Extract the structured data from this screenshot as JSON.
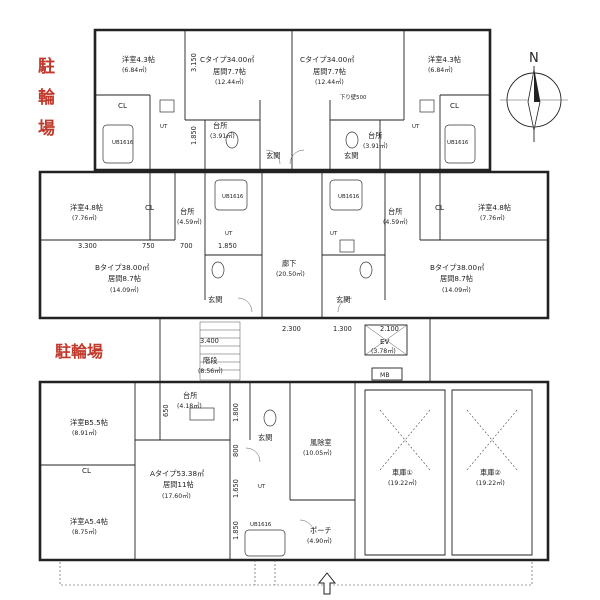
{
  "parking_labels": {
    "top": [
      "駐",
      "輪",
      "場"
    ],
    "middle": "駐輪場"
  },
  "compass": {
    "north": "N"
  },
  "top_left_unit": {
    "western_room": [
      "洋室4.3帖",
      "(6.84㎡)"
    ],
    "living": [
      "Cタイプ34.00㎡",
      "居間7.7帖",
      "(12.44㎡)"
    ],
    "kitchen": [
      "台所",
      "(3.91㎡)"
    ],
    "closet": "CL",
    "bath": "UB1616",
    "ut": "UT",
    "entrance": "玄関",
    "dim_a": "3.150",
    "dim_b": "1.850"
  },
  "top_right_unit": {
    "western_room": [
      "洋室4.3帖",
      "(6.84㎡)"
    ],
    "living": [
      "Cタイプ34.00㎡",
      "居間7.7帖",
      "(12.44㎡)"
    ],
    "kitchen": [
      "台所",
      "(3.91㎡)"
    ],
    "closet": "CL",
    "bath": "UB1616",
    "ut": "UT",
    "entrance": "玄関",
    "lowered_ceiling": "下り壁500"
  },
  "mid_left_unit": {
    "western_room": [
      "洋室4.8帖",
      "(7.76㎡)"
    ],
    "kitchen": [
      "台所",
      "(4.59㎡)"
    ],
    "living": [
      "Bタイプ38.00㎡",
      "居間8.7帖",
      "(14.09㎡)"
    ],
    "closet": "CL",
    "bath": "UB1616",
    "ut": "UT",
    "entrance": "玄関",
    "dim_width": "3.300",
    "dim_750": "750",
    "dim_700": "700",
    "dim_1850": "1.850"
  },
  "mid_right_unit": {
    "western_room": [
      "洋室4.8帖",
      "(7.76㎡)"
    ],
    "kitchen": [
      "台所",
      "(4.59㎡)"
    ],
    "living": [
      "Bタイプ38.00㎡",
      "居間8.7帖",
      "(14.09㎡)"
    ],
    "closet": "CL",
    "bath": "UB1616",
    "ut": "UT",
    "entrance": "玄関"
  },
  "corridor": {
    "upper": [
      "廊下",
      "(20.50㎡)"
    ],
    "lower": [
      "階段",
      "(8.56㎡)"
    ],
    "dim_2300": "2.300",
    "dim_1300": "1.300",
    "dim_3400": "3.400",
    "dim_2100": "2.100",
    "ev": [
      "EV",
      "(3.78㎡)"
    ],
    "mb": "MB"
  },
  "a_unit": {
    "kitchen": [
      "台所",
      "(4.18㎡)"
    ],
    "western_b": [
      "洋室B5.5帖",
      "(8.91㎡)"
    ],
    "western_a": [
      "洋室A5.4帖",
      "(8.75㎡)"
    ],
    "living": [
      "Aタイプ53.38㎡",
      "居間11帖",
      "(17.60㎡)"
    ],
    "closet": "CL",
    "bath": "UB1616",
    "ut": "UT",
    "entrance": "玄関",
    "dim_650": "650",
    "dim_1800": "1.800",
    "dim_800": "800",
    "dim_1650": "1.650",
    "dim_1850": "1.850"
  },
  "shared": {
    "wind_room": [
      "風除室",
      "(10.05㎡)"
    ],
    "porch": [
      "ポーチ",
      "(4.90㎡)"
    ],
    "garage1": [
      "車庫①",
      "(19.22㎡)"
    ],
    "garage2": [
      "車庫②",
      "(19.22㎡)"
    ]
  }
}
